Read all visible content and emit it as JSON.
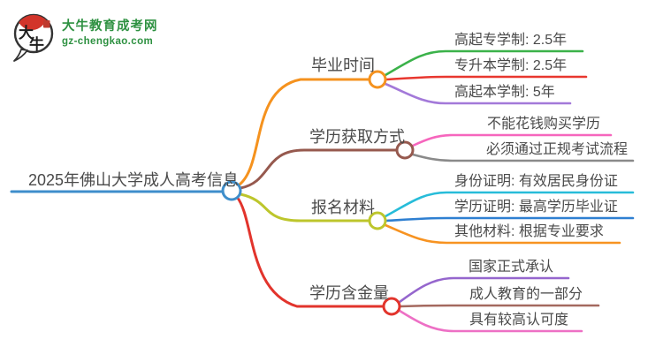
{
  "logo": {
    "mark_char_top": "大",
    "mark_char_bottom": "牛",
    "title": "大牛教育成考网",
    "domain": "gz-chengkao.com",
    "brand_green": "#2e9141",
    "cap_red": "#d2342a",
    "seal_red": "#bf3a2e",
    "outline_dark": "#333333"
  },
  "mindmap": {
    "root": {
      "label": "2025年佛山大学成人高考信息",
      "color": "#3e8ecb"
    },
    "branches": [
      {
        "label": "毕业时间",
        "color": "#f5921e",
        "children": [
          {
            "label": "高起专学制: 2.5年",
            "color": "#3bb24a"
          },
          {
            "label": "专升本学制: 2.5年",
            "color": "#e8372f"
          },
          {
            "label": "高起本学制: 5年",
            "color": "#a379d9"
          }
        ]
      },
      {
        "label": "学历获取方式",
        "color": "#96594e",
        "children": [
          {
            "label": "不能花钱购买学历",
            "color": "#f666bd"
          },
          {
            "label": "必须通过正规考试流程",
            "color": "#8a8a8a"
          }
        ]
      },
      {
        "label": "报名材料",
        "color": "#bdc62c",
        "children": [
          {
            "label": "身份证明: 有效居民身份证",
            "color": "#27bcd9"
          },
          {
            "label": "学历证明: 最高学历毕业证",
            "color": "#2e7fd1"
          },
          {
            "label": "其他材料: 根据专业要求",
            "color": "#f79321"
          }
        ]
      },
      {
        "label": "学历含金量",
        "color": "#e2342c",
        "children": [
          {
            "label": "国家正式承认",
            "color": "#9566cd"
          },
          {
            "label": "成人教育的一部分",
            "color": "#a4695f"
          },
          {
            "label": "具有较高认可度",
            "color": "#ed70c5"
          }
        ]
      }
    ]
  }
}
